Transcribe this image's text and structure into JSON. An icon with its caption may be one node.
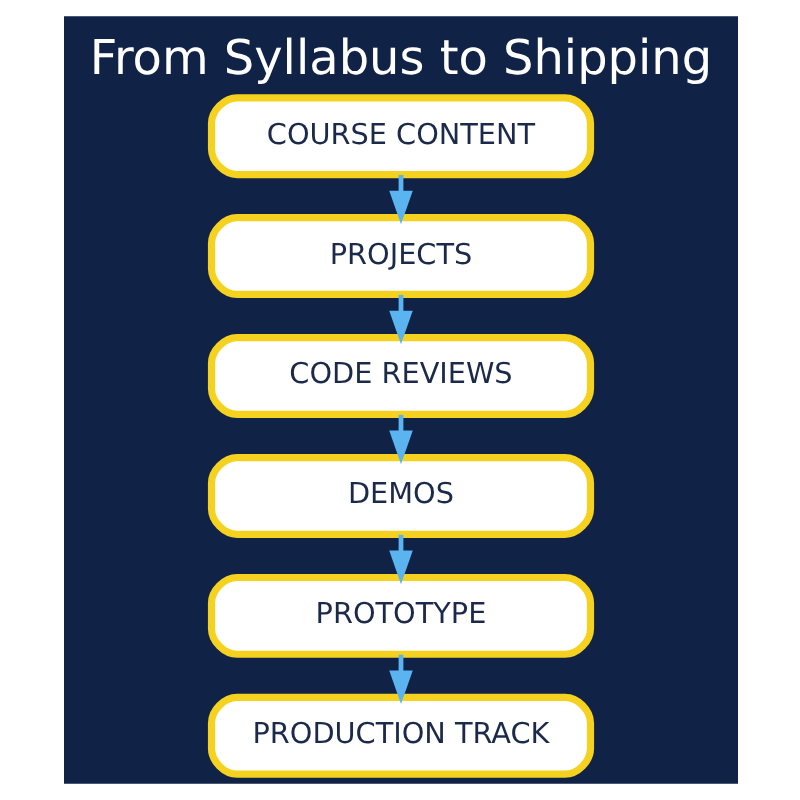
{
  "diagram": {
    "title": "From Syllabus to Shipping",
    "nodes": [
      {
        "text": [
          "COURSE CONTENT"
        ]
      },
      {
        "text": [
          "PROJECTS"
        ]
      },
      {
        "text": [
          "CODE REVIEWS"
        ]
      },
      {
        "text": [
          "DEMOS"
        ]
      },
      {
        "text": [
          "PROTOTYPE"
        ]
      },
      {
        "text": [
          "PRODUCTION TRACK"
        ]
      }
    ],
    "edges": [
      {
        "from": 0,
        "to": 1,
        "arrow": "to"
      },
      {
        "from": 1,
        "to": 2,
        "arrow": "to"
      },
      {
        "from": 2,
        "to": 3,
        "arrow": "to"
      },
      {
        "from": 3,
        "to": 4,
        "arrow": "to"
      },
      {
        "from": 4,
        "to": 5,
        "arrow": "to"
      }
    ]
  }
}
